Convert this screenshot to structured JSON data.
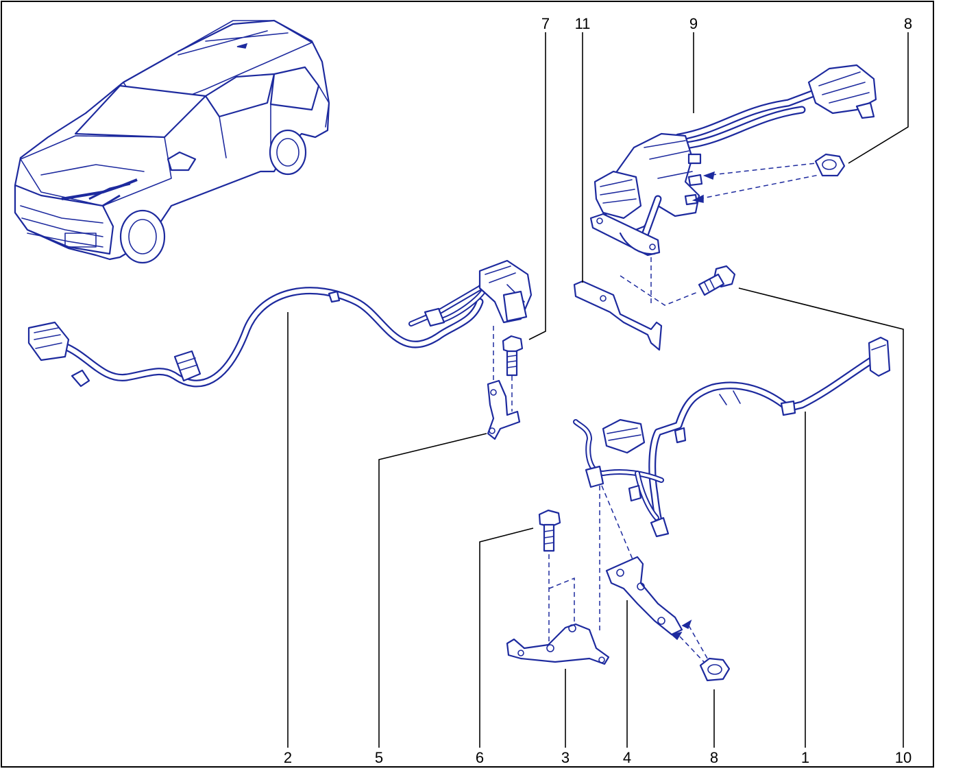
{
  "callouts": [
    {
      "id": "c1",
      "label": "1"
    },
    {
      "id": "c2",
      "label": "2"
    },
    {
      "id": "c3",
      "label": "3"
    },
    {
      "id": "c4",
      "label": "4"
    },
    {
      "id": "c5",
      "label": "5"
    },
    {
      "id": "c6",
      "label": "6"
    },
    {
      "id": "c7",
      "label": "7"
    },
    {
      "id": "c8a",
      "label": "8"
    },
    {
      "id": "c8b",
      "label": "8"
    },
    {
      "id": "c9",
      "label": "9"
    },
    {
      "id": "c10",
      "label": "10"
    },
    {
      "id": "c11",
      "label": "11"
    }
  ],
  "colors": {
    "line_art": "#1d2a9e",
    "frame": "#000000",
    "background": "#ffffff"
  }
}
